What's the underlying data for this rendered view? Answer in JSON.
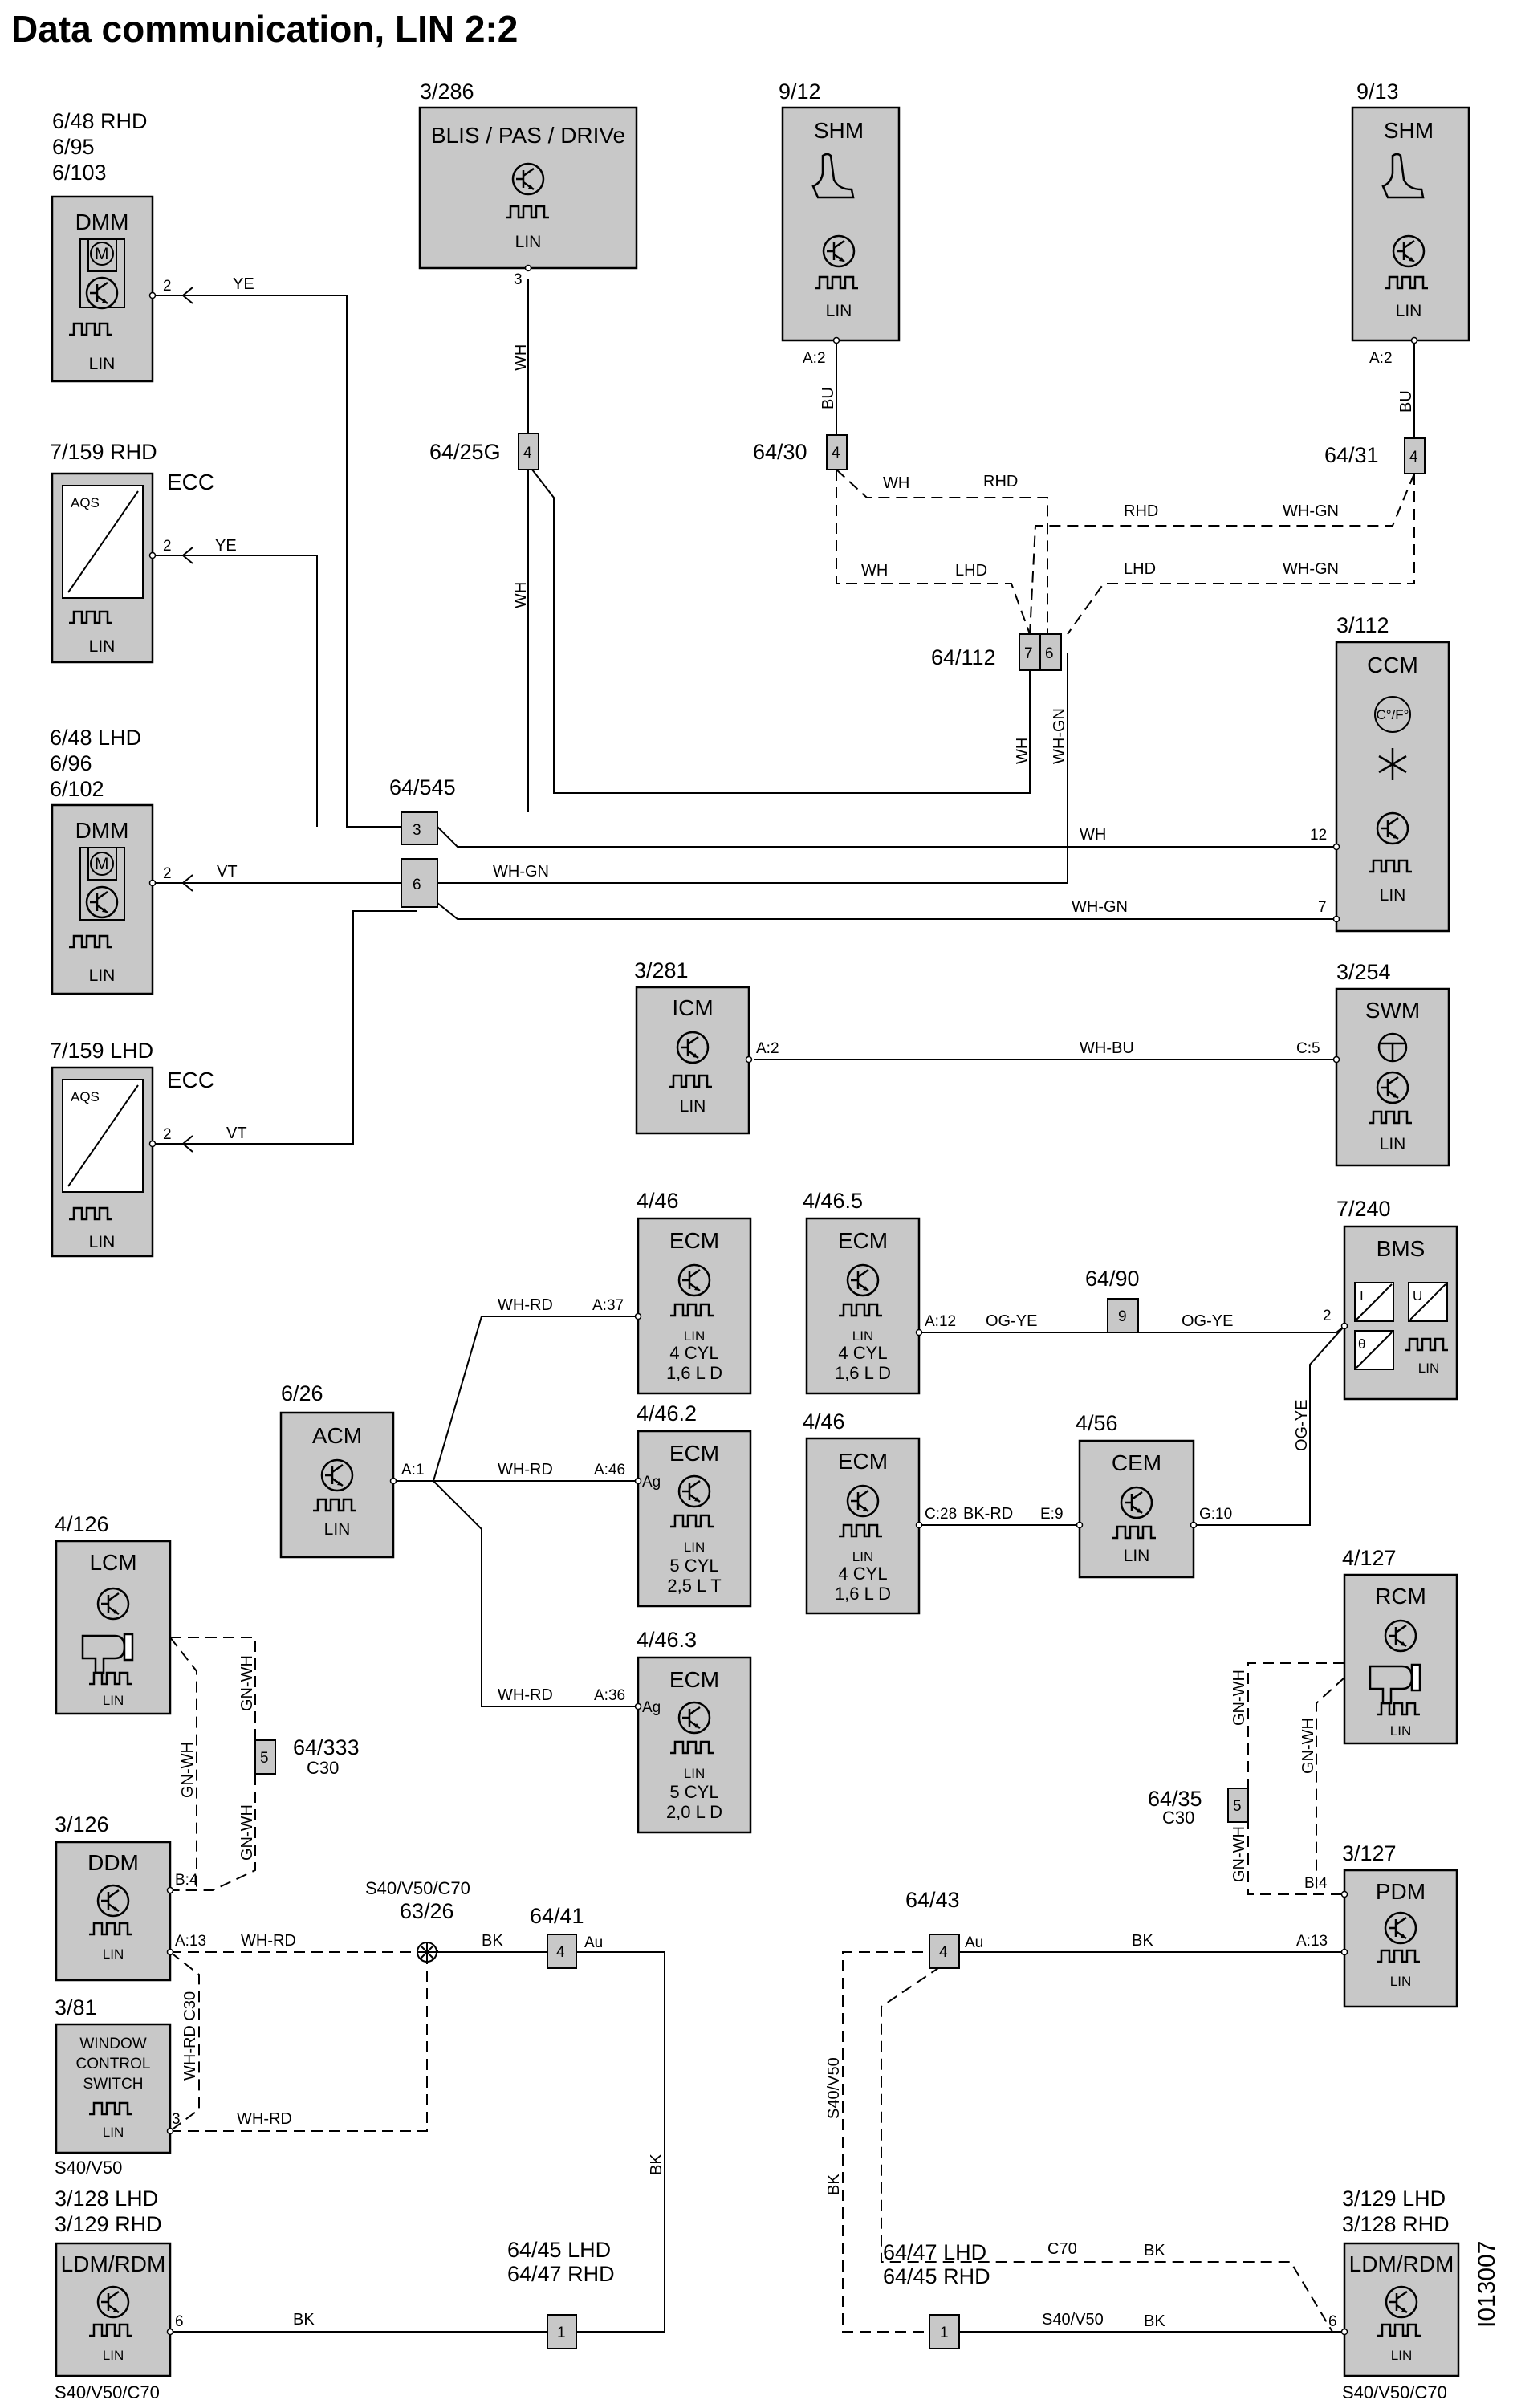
{
  "title": "Data communication, LIN 2:2",
  "side_code": "I013007",
  "common": {
    "lin": "LIN",
    "aqs": "AQS",
    "cf": "C°/F°"
  },
  "modules": {
    "blis": {
      "ref": "3/286",
      "name": "BLIS / PAS / DRIVe"
    },
    "shm1": {
      "ref": "9/12",
      "name": "SHM"
    },
    "shm2": {
      "ref": "9/13",
      "name": "SHM"
    },
    "dmm_rhd": {
      "ref1": "6/48 RHD",
      "ref2": "6/95",
      "ref3": "6/103",
      "name": "DMM"
    },
    "ecc_rhd": {
      "ref": "7/159 RHD",
      "name": "ECC"
    },
    "dmm_lhd": {
      "ref1": "6/48 LHD",
      "ref2": "6/96",
      "ref3": "6/102",
      "name": "DMM"
    },
    "ecc_lhd": {
      "ref": "7/159 LHD",
      "name": "ECC"
    },
    "ccm": {
      "ref": "3/112",
      "name": "CCM"
    },
    "icm": {
      "ref": "3/281",
      "name": "ICM"
    },
    "swm": {
      "ref": "3/254",
      "name": "SWM"
    },
    "ecm1": {
      "ref": "4/46",
      "name": "ECM",
      "spec1": "4 CYL",
      "spec2": "1,6 L D"
    },
    "ecm2": {
      "ref": "4/46.2",
      "name": "ECM",
      "spec1": "5 CYL",
      "spec2": "2,5 L T"
    },
    "ecm3": {
      "ref": "4/46.3",
      "name": "ECM",
      "spec1": "5 CYL",
      "spec2": "2,0 L D"
    },
    "ecm4": {
      "ref": "4/46.5",
      "name": "ECM",
      "spec1": "4 CYL",
      "spec2": "1,6 L D"
    },
    "ecm5": {
      "ref": "4/46",
      "name": "ECM",
      "spec1": "4 CYL",
      "spec2": "1,6 L D"
    },
    "bms": {
      "ref": "7/240",
      "name": "BMS"
    },
    "acm": {
      "ref": "6/26",
      "name": "ACM"
    },
    "cem": {
      "ref": "4/56",
      "name": "CEM"
    },
    "lcm": {
      "ref": "4/126",
      "name": "LCM"
    },
    "rcm": {
      "ref": "4/127",
      "name": "RCM"
    },
    "ddm": {
      "ref": "3/126",
      "name": "DDM"
    },
    "pdm": {
      "ref": "3/127",
      "name": "PDM"
    },
    "wcs": {
      "ref": "3/81",
      "name1": "WINDOW",
      "name2": "CONTROL",
      "name3": "SWITCH",
      "note": "S40/V50"
    },
    "ldm_l": {
      "ref1": "3/128 LHD",
      "ref2": "3/129 RHD",
      "name": "LDM/RDM",
      "note": "S40/V50/C70"
    },
    "ldm_r": {
      "ref1": "3/129 LHD",
      "ref2": "3/128 RHD",
      "name": "LDM/RDM",
      "note": "S40/V50/C70"
    }
  },
  "connectors": {
    "c64_25g": {
      "ref": "64/25G",
      "pin": "4"
    },
    "c64_30": {
      "ref": "64/30",
      "pin": "4"
    },
    "c64_31": {
      "ref": "64/31",
      "pin": "4"
    },
    "c64_112": {
      "ref": "64/112",
      "pin_a": "7",
      "pin_b": "6"
    },
    "c64_545": {
      "ref": "64/545",
      "pin_a": "3",
      "pin_b": "6"
    },
    "c64_90": {
      "ref": "64/90",
      "pin": "9"
    },
    "c64_333": {
      "ref": "64/333",
      "note": "C30",
      "pin": "5"
    },
    "c64_35": {
      "ref": "64/35",
      "note": "C30",
      "pin": "5"
    },
    "c63_26": {
      "note": "S40/V50/C70",
      "ref": "63/26"
    },
    "c64_41": {
      "ref": "64/41",
      "pin": "4",
      "au": "Au"
    },
    "c64_43": {
      "ref": "64/43",
      "pin": "4",
      "au": "Au"
    },
    "c64_45l": {
      "ref1": "64/45 LHD",
      "ref2": "64/47 RHD",
      "pin": "1"
    },
    "c64_47l": {
      "ref1": "64/47 LHD",
      "ref2": "64/45 RHD",
      "pin": "1"
    }
  },
  "pins": {
    "blis_3": "3",
    "shm1_a2": "A:2",
    "shm2_a2": "A:2",
    "dmm_rhd_2": "2",
    "ecc_rhd_2": "2",
    "dmm_lhd_2": "2",
    "ecc_lhd_2": "2",
    "ccm_12": "12",
    "ccm_7": "7",
    "icm_a2": "A:2",
    "swm_c5": "C:5",
    "ecm1_a37": "A:37",
    "ecm2_a46": "A:46",
    "ecm2_ag": "Ag",
    "ecm3_a36": "A:36",
    "ecm3_ag": "Ag",
    "ecm4_a12": "A:12",
    "bms_2": "2",
    "acm_a1": "A:1",
    "ecm5_c28": "C:28",
    "cem_e9": "E:9",
    "cem_g10": "G:10",
    "ddm_b4": "B:4",
    "ddm_a13": "A:13",
    "wcs_3": "3",
    "ldm_l_6": "6",
    "pdm_b4": "B:4",
    "pdm_a13": "A:13",
    "ldm_r_6": "6"
  },
  "wires": {
    "ye": "YE",
    "wh": "WH",
    "bu": "BU",
    "rhd": "RHD",
    "lhd": "LHD",
    "wh_gn": "WH-GN",
    "vt": "VT",
    "wh_bu": "WH-BU",
    "wh_rd": "WH-RD",
    "og_ye": "OG-YE",
    "bk_rd": "BK-RD",
    "gn_wh": "GN-WH",
    "wh_rd_c30": "WH-RD C30",
    "bk": "BK",
    "s40v50": "S40/V50",
    "c70": "C70"
  }
}
